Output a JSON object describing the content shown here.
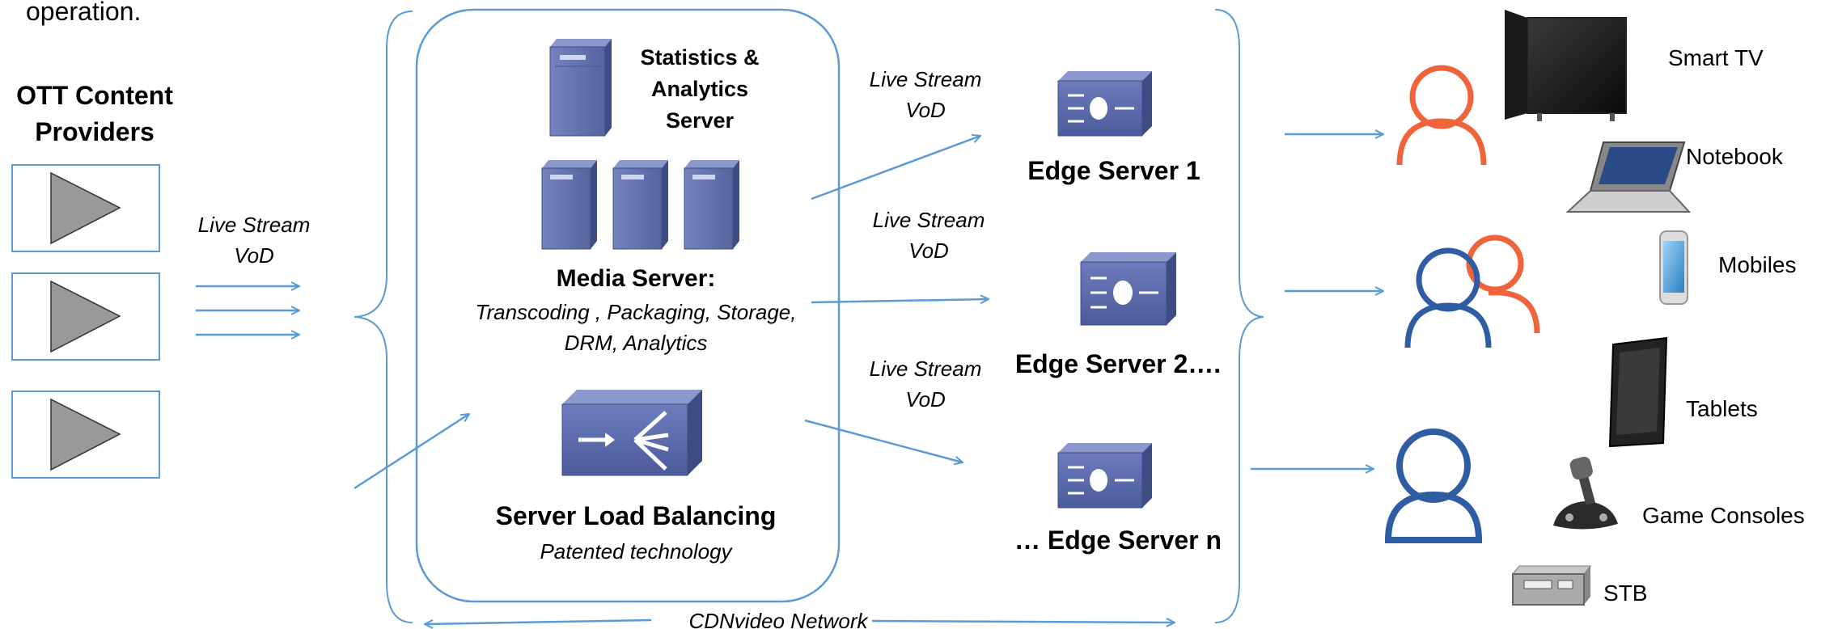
{
  "intro_fragment": "operation.",
  "providers": {
    "title_line1": "OTT Content",
    "title_line2": "Providers"
  },
  "stream_label_lines": [
    "Live Stream",
    "VoD"
  ],
  "stats_server": {
    "line1": "Statistics &",
    "line2": "Analytics",
    "line3": "Server"
  },
  "media_server": {
    "title": "Media Server:",
    "desc_line1": "Transcoding , Packaging, Storage,",
    "desc_line2": "DRM, Analytics"
  },
  "load_balancer": {
    "title": "Server Load Balancing",
    "subtitle": "Patented technology"
  },
  "edge_servers": [
    "Edge Server 1",
    "Edge Server 2….",
    "… Edge Server n"
  ],
  "network_label": "CDNvideo Network",
  "devices": [
    "Smart TV",
    "Notebook",
    "Mobiles",
    "Tablets",
    "Game Consoles",
    "STB"
  ],
  "colors": {
    "connector": "#5b9bd5",
    "server_body": "#5f6fad",
    "server_dark": "#3b4a82",
    "user_orange": "#f0643c",
    "user_blue": "#2f5da3",
    "provider_triangle": "#999999"
  },
  "icons": {
    "provider": "play-icon",
    "stats": "tower-server-icon",
    "media": "tower-server-icon",
    "load_balancer": "load-balancer-icon",
    "edge": "edge-server-icon",
    "users": [
      "user-icon",
      "user-group-icon",
      "user-icon"
    ],
    "devices": [
      "tv-icon",
      "laptop-icon",
      "smartphone-icon",
      "tablet-icon",
      "joystick-icon",
      "settop-box-icon"
    ]
  }
}
